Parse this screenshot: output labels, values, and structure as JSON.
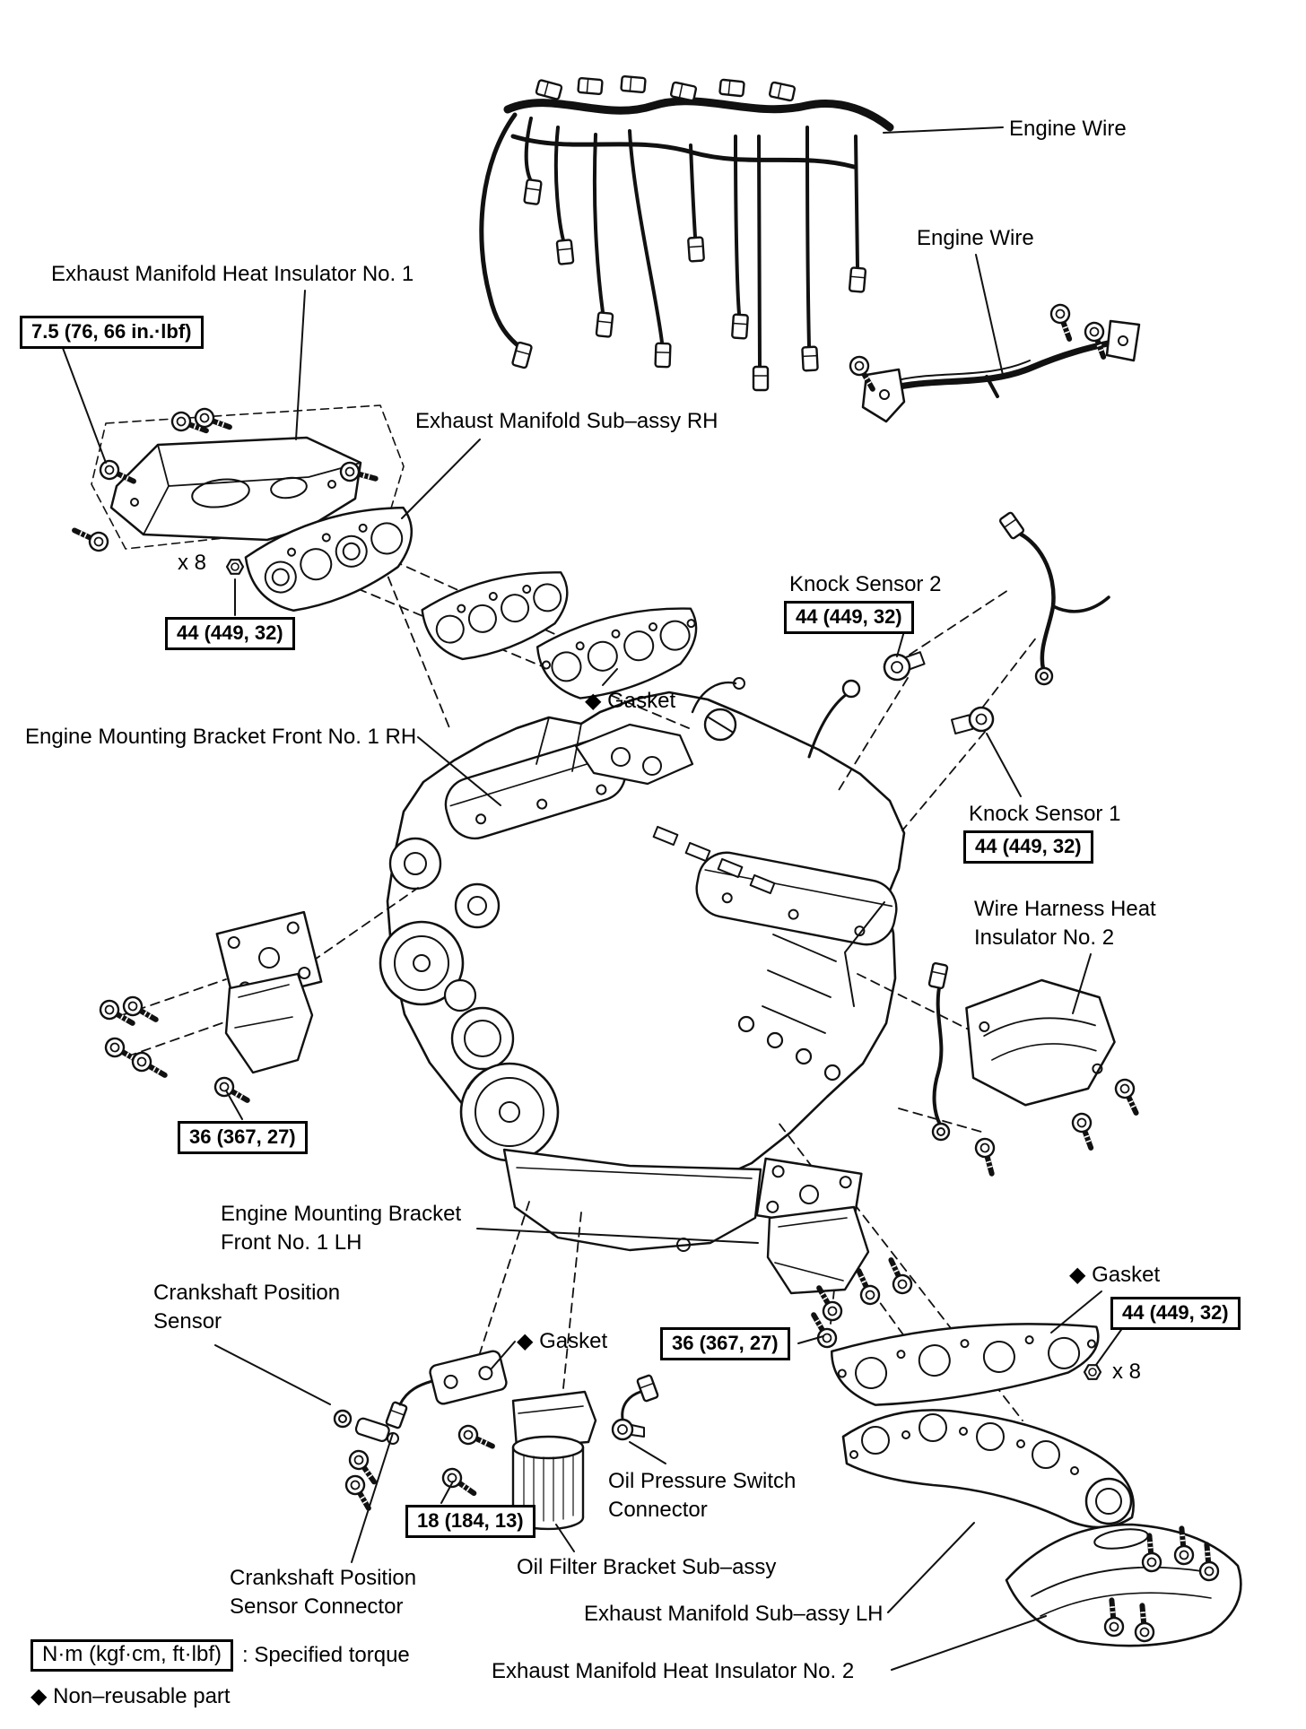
{
  "page": {
    "background_color": "#ffffff",
    "ink_color": "#111111"
  },
  "diagram": {
    "callouts": {
      "engine_wire_top": "Engine Wire",
      "engine_wire_right": "Engine Wire",
      "exhaust_manifold_heat_insulator_no1": "Exhaust Manifold Heat Insulator No. 1",
      "exhaust_manifold_sub_assy_rh": "Exhaust Manifold Sub–assy RH",
      "qty_x8_rh": "x 8",
      "knock_sensor_2": "Knock Sensor 2",
      "knock_sensor_1": "Knock Sensor 1",
      "gasket_rh": "◆ Gasket",
      "engine_mounting_bracket_front_no1_rh": "Engine Mounting Bracket Front No. 1 RH",
      "wire_harness_heat_insulator_no2": "Wire Harness Heat Insulator No. 2",
      "engine_mounting_bracket_front_no1_lh": "Engine Mounting Bracket Front No. 1 LH",
      "crankshaft_position_sensor": "Crankshaft Position Sensor",
      "gasket_oil_filter": "◆ Gasket",
      "gasket_lh": "◆ Gasket",
      "qty_x8_lh": "x 8",
      "oil_pressure_switch_connector": "Oil Pressure Switch Connector",
      "oil_filter_bracket_sub_assy": "Oil Filter Bracket Sub–assy",
      "crankshaft_position_sensor_connector": "Crankshaft Position Sensor Connector",
      "exhaust_manifold_sub_assy_lh": "Exhaust Manifold Sub–assy LH",
      "exhaust_manifold_heat_insulator_no2": "Exhaust Manifold Heat Insulator No. 2"
    },
    "torque_specs": {
      "heat_insulator_no1": "7.5 (76, 66 in.·lbf)",
      "manifold_rh_nuts": "44 (449, 32)",
      "knock_sensor_2": "44 (449, 32)",
      "knock_sensor_1": "44 (449, 32)",
      "mounting_bracket_rh": "36 (367, 27)",
      "mounting_bracket_lh": "36 (367, 27)",
      "manifold_lh_nuts": "44 (449, 32)",
      "oil_filter_bracket": "18 (184, 13)"
    },
    "legend": {
      "torque_unit": "N·m (kgf·cm, ft·lbf)",
      "torque_unit_meaning": ": Specified torque",
      "non_reusable_note": "◆ Non–reusable part"
    }
  }
}
